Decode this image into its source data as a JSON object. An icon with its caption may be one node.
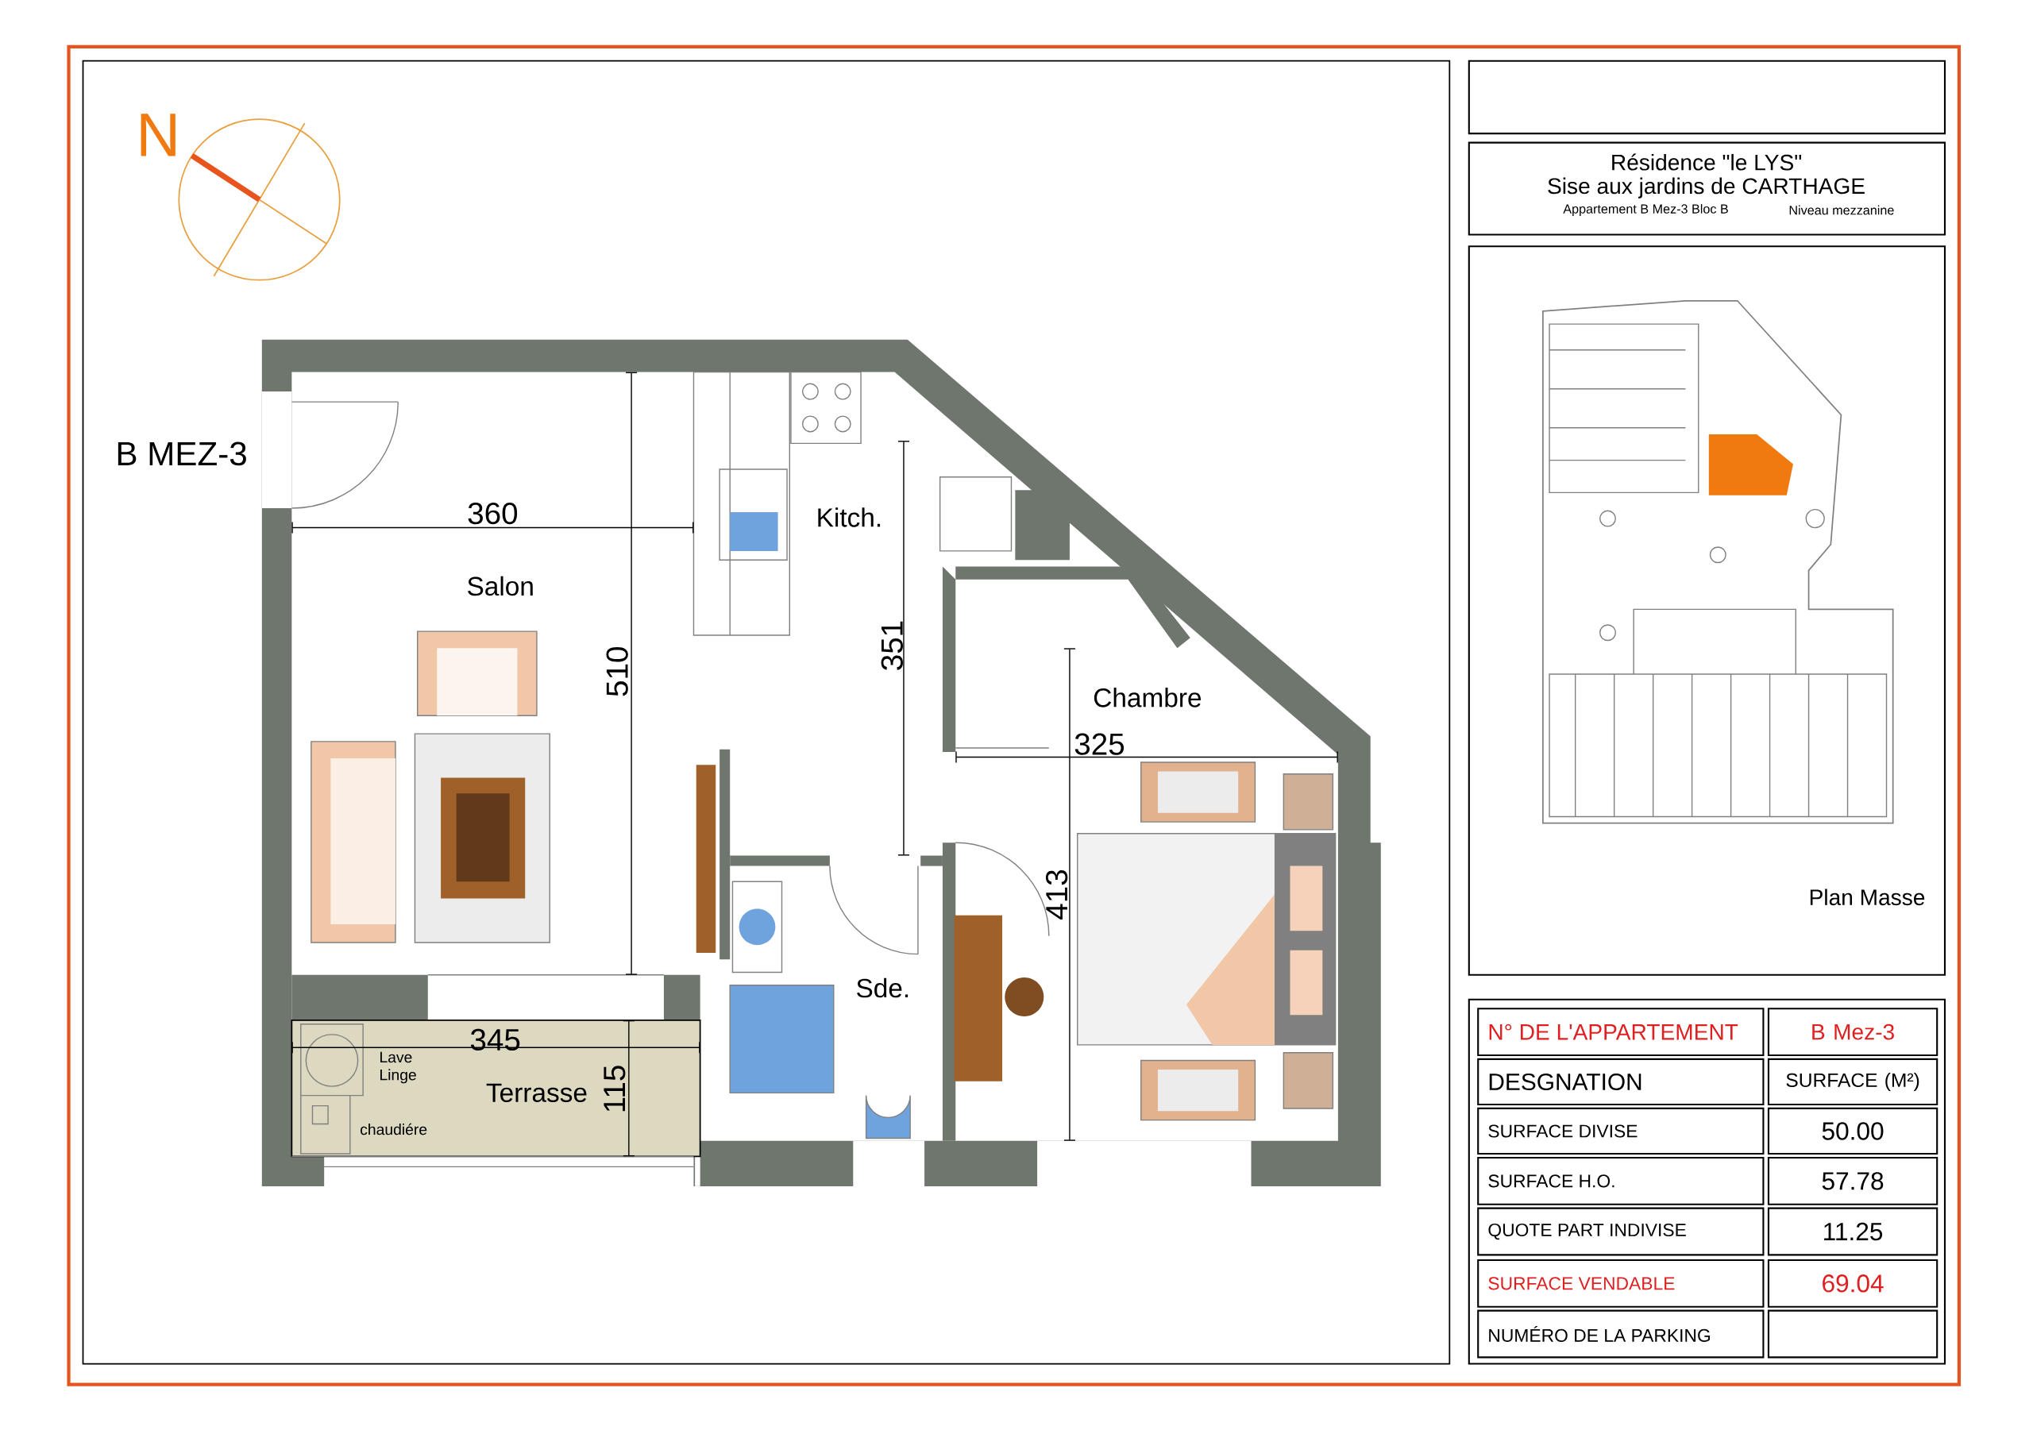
{
  "diagram": {
    "labels": [
      "N",
      "B MEZ-3",
      "360",
      "Kitch.",
      "Salon",
      "510",
      "351",
      "Chambre",
      "325",
      "413",
      "Sde.",
      "345",
      "Lave Linge",
      "Terrasse",
      "115",
      "chaudiére",
      "Résidence \"le LYS\"",
      "Sise aux jardins de CARTHAGE",
      "Appartement B Mez-3 Bloc B",
      "Niveau mezzanine",
      "Plan Masse",
      "N° DE L'APPARTEMENT",
      "B Mez-3",
      "DESGNATION",
      "SURFACE (M²)",
      "SURFACE DIVISE",
      "50.00",
      "SURFACE H.O.",
      "57.78",
      "QUOTE PART INDIVISE",
      "11.25",
      "SURFACE VENDABLE",
      "69.04",
      "NUMÉRO DE LA PARKING"
    ]
  }
}
